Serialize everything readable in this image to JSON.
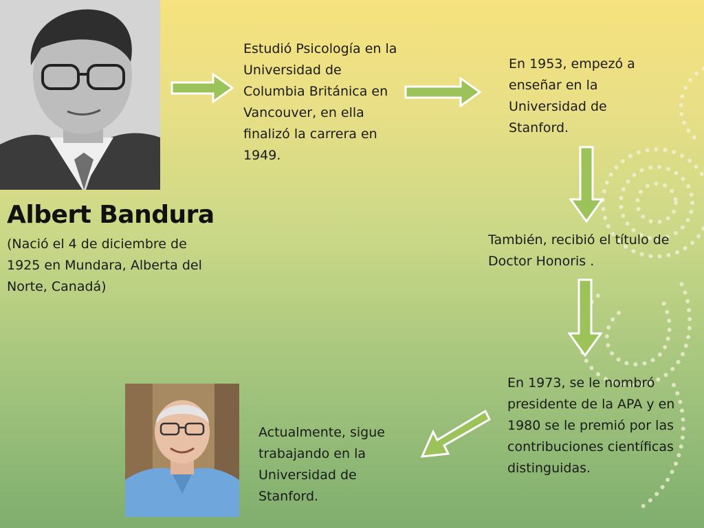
{
  "person": {
    "name": "Albert Bandura",
    "birth": "(Nació el 4 de diciembre de 1925 en Mundara, Alberta del Norte, Canadá)"
  },
  "steps": {
    "studies": "Estudió Psicología en la Universidad de Columbia Británica en Vancouver, en ella finalizó la carrera en 1949.",
    "teaching": "En 1953, empezó a enseñar en la Universidad de Stanford.",
    "doctor": "También, recibió el título de Doctor Honoris .",
    "apa": "En 1973, se le nombró presidente de la APA y en 1980 se le premió por las contribuciones científicas distinguidas.",
    "current": "Actualmente, sigue trabajando en la Universidad de Stanford."
  },
  "colors": {
    "arrow_fill": "#9cc25a",
    "arrow_outline": "#ffffff"
  }
}
